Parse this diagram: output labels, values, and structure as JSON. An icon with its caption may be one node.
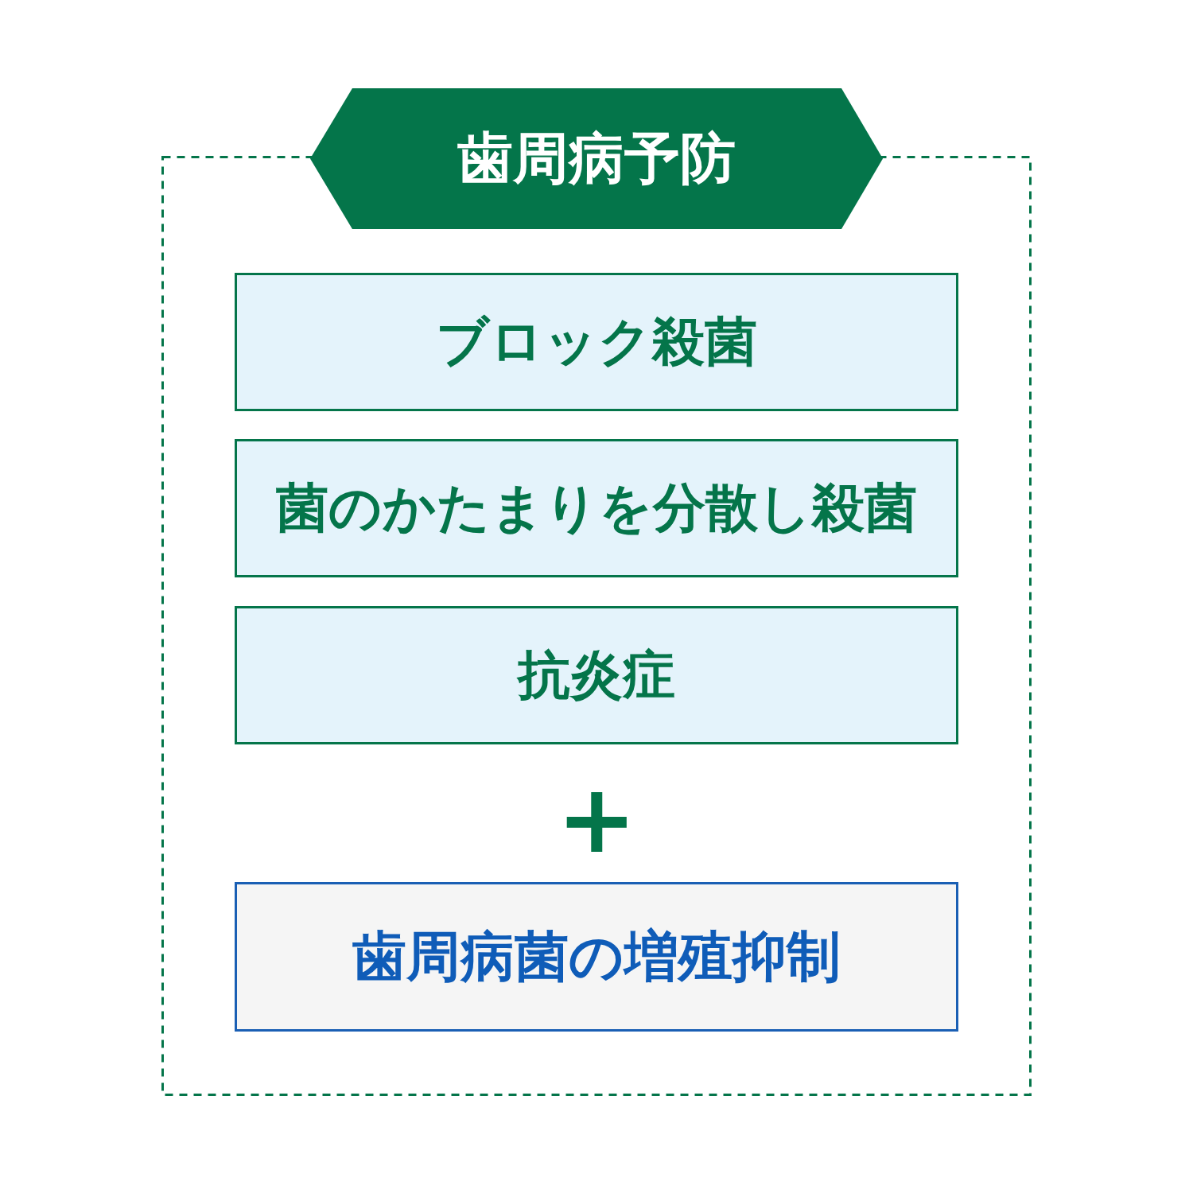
{
  "diagram": {
    "nodes": [
      {
        "text": [
          "歯周病予防"
        ]
      },
      {
        "text": [],
        "shape": "box"
      },
      {
        "text": [
          "ブロック殺菌"
        ],
        "in": 1
      },
      {
        "text": [
          "菌のかたまりを分散し殺菌"
        ],
        "in": 1
      },
      {
        "text": [
          "抗炎症"
        ],
        "in": 1
      },
      {
        "text": [
          "歯周病菌の増殖抑制"
        ],
        "in": 1
      }
    ],
    "edges": [],
    "labels": [
      "+"
    ]
  }
}
